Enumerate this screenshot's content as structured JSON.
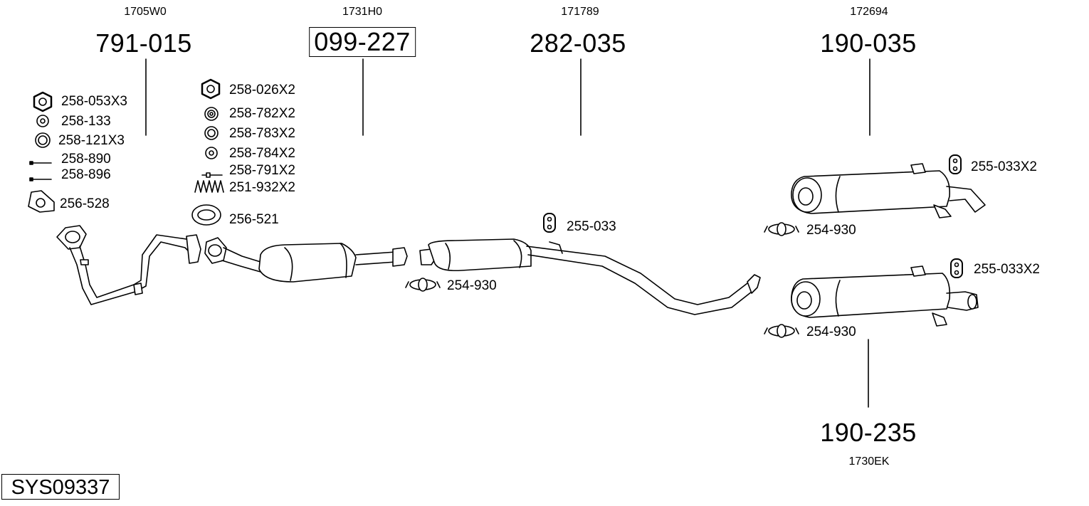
{
  "system_id": "SYS09337",
  "assemblies": [
    {
      "oem": "1705W0",
      "part": "791-015",
      "boxed": false
    },
    {
      "oem": "1731H0",
      "part": "099-227",
      "boxed": true
    },
    {
      "oem": "171789",
      "part": "282-035",
      "boxed": false
    },
    {
      "oem": "172694",
      "part": "190-035",
      "boxed": false
    },
    {
      "oem": "1730EK",
      "part": "190-235",
      "boxed": false
    }
  ],
  "accessories_group1": [
    {
      "label": "258-053X3",
      "icon": "hex-nut-icon"
    },
    {
      "label": "258-133",
      "icon": "washer-icon"
    },
    {
      "label": "258-121X3",
      "icon": "ring-gasket-icon"
    },
    {
      "label": "258-890",
      "icon": "bolt-icon"
    },
    {
      "label": "258-896",
      "icon": "stud-icon"
    },
    {
      "label": "256-528",
      "icon": "flange-gasket-icon"
    }
  ],
  "accessories_group2": [
    {
      "label": "258-026X2",
      "icon": "hex-nut-icon"
    },
    {
      "label": "258-782X2",
      "icon": "spring-washer-icon"
    },
    {
      "label": "258-783X2",
      "icon": "spring-washer-icon"
    },
    {
      "label": "258-784X2",
      "icon": "washer-icon"
    },
    {
      "label": "258-791X2",
      "icon": "bolt-icon"
    },
    {
      "label": "251-932X2",
      "icon": "spring-icon"
    },
    {
      "label": "256-521",
      "icon": "sealing-ring-icon"
    }
  ],
  "accessories_other": [
    {
      "label": "255-033",
      "icon": "rubber-mount-icon"
    },
    {
      "label": "254-930",
      "icon": "pipe-clamp-icon"
    },
    {
      "label": "255-033X2",
      "icon": "rubber-mount-icon"
    },
    {
      "label": "254-930",
      "icon": "pipe-clamp-icon"
    },
    {
      "label": "255-033X2",
      "icon": "rubber-mount-icon"
    },
    {
      "label": "254-930",
      "icon": "pipe-clamp-icon"
    }
  ]
}
